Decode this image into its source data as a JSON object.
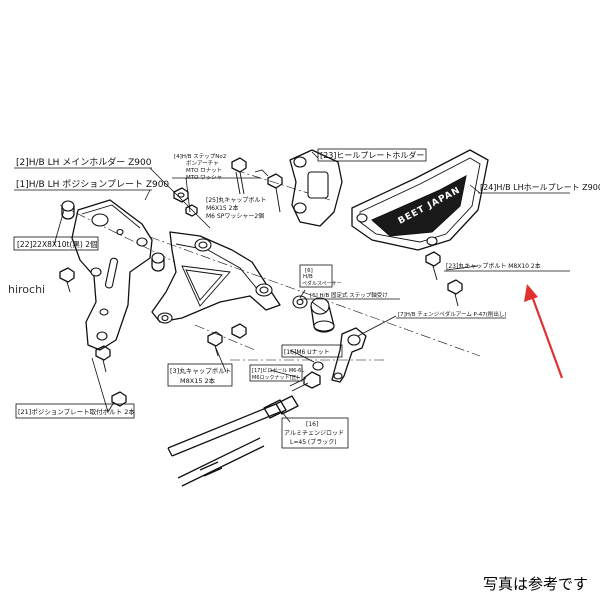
{
  "watermark": "hirochi",
  "footnote": "写真は参考です",
  "arrow_color": "#e03030",
  "labels": {
    "l2": "[2]H/B LH メインホルダー Z900",
    "l1": "[1]H/B LH ポジションプレート Z900",
    "l22": "[22]22X8X10t(黒) 2個",
    "l4a": "[4]H/B ステップNo2",
    "l4b": "ボンアーチャ",
    "l4c": "MTO ロナット",
    "l4d": "MTO ワッシャ",
    "l25a": "[25]丸キャップボルト",
    "l25b": "M6X15 2本",
    "l25c": "M6 SPワッシャー2個",
    "l23top": "[23]ヒールプレートホルダー",
    "l24": "[24]H/B LHホールプレート Z900",
    "l23b": "[23]丸キャップボルト M8X10 2本",
    "l6a": "[6]",
    "l6b": "H/B",
    "l6c": "ペダルスペーサー",
    "l6d": "[6] H/B 固定式 ステップ軸受け",
    "l7": "[7]H/B チェンジペダルアーム P-47(削出し)",
    "l16a": "[16]M6 Uナット",
    "l17a": "[17]ピロボール M6-6L",
    "l17b": "M6ロックナット(正)",
    "l3a": "[3]丸キャップボルト",
    "l3b": "M8X15 2本",
    "l21": "[21]ポジションプレート取付ボルト 2本",
    "l16b": "[16]",
    "l16c": "アルミチェンジロッド",
    "l16d": "L=45 (ブラック)",
    "brand": "BEET JAPAN"
  }
}
